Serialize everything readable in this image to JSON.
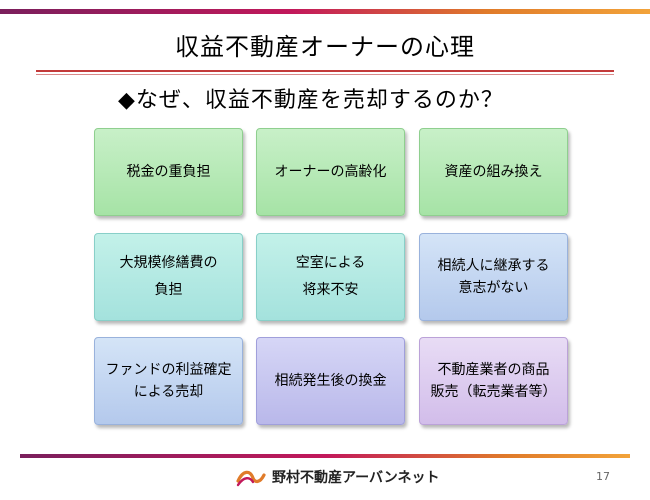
{
  "slide": {
    "title": "収益不動産オーナーの心理",
    "subtitle": "◆なぜ、収益不動産を売却するのか？",
    "page_number": "17"
  },
  "boxes": [
    {
      "label": "税金の重負担"
    },
    {
      "label": "オーナーの高齢化"
    },
    {
      "label": "資産の組み換え"
    },
    {
      "label": "大規模修繕費の\n負担"
    },
    {
      "label": "空室による\n将来不安"
    },
    {
      "label": "相続人に継承する\n意志がない"
    },
    {
      "label": "ファンドの利益確定\nによる売却"
    },
    {
      "label": "相続発生後の換金"
    },
    {
      "label": "不動産業者の商品\n販売（転売業者等）"
    }
  ],
  "footer": {
    "company_name": "野村不動産アーバンネット",
    "logo_icon": "nomura-wave-logo-icon",
    "accent_colors": [
      "#7a1f5c",
      "#c2185b",
      "#e07b2a",
      "#f2a33a"
    ]
  }
}
